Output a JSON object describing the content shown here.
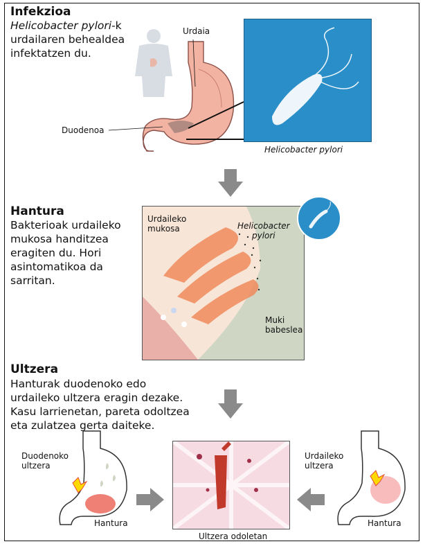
{
  "infection": {
    "title": "Infekzioa",
    "line1_italic": "Helicobacter pylori",
    "line1_rest": "-k",
    "line2": "urdailaren behealdea",
    "line3": "infektatzen du.",
    "label_stomach": "Urdaia",
    "label_duodenum": "Duodenoa",
    "caption_bacterium": "Helicobacter pylori"
  },
  "inflammation": {
    "title": "Hantura",
    "lines": [
      "Bakterioak urdaileko",
      "mukosa handitzea",
      "eragiten du. Hori",
      "asintomatikoa da",
      "sarritan."
    ],
    "label_mucosa": [
      "Urdaileko",
      "mukosa"
    ],
    "label_bacterium": [
      "Helicobacter",
      "pylori"
    ],
    "label_mucus": [
      "Muki",
      "babeslea"
    ]
  },
  "ulcer": {
    "title": "Ultzera",
    "lines": [
      "Hanturak duodenoko edo",
      "urdaileko ultzera eragin dezake.",
      "Kasu larrienetan, pareta odoltzea",
      "eta zulatzea gerta daiteke."
    ],
    "label_duodenal_ulcer": [
      "Duodenoko",
      "ultzera"
    ],
    "label_gastric_ulcer": [
      "Urdaileko",
      "ultzera"
    ],
    "label_inflammation_left": "Hantura",
    "label_inflammation_right": "Hantura",
    "caption_bleeding": "Ultzera odoletan"
  },
  "colors": {
    "bacterium_bg": "#2a8fc8",
    "stomach": "#f3b3a3",
    "arrow": "#8a8a8a",
    "mucus": "#cfd6c4",
    "mucosa_fold": "#f08a5d"
  }
}
